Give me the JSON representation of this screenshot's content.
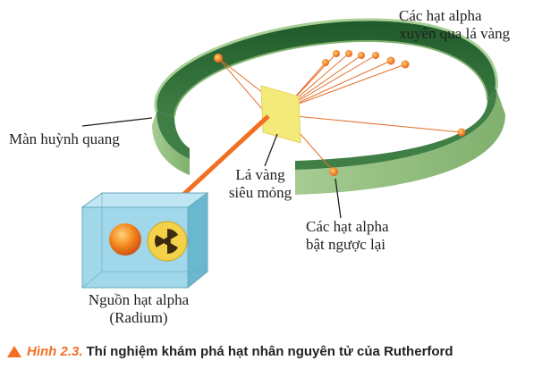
{
  "labels": {
    "passed_through": [
      "Các hạt alpha",
      "xuyên qua lá vàng"
    ],
    "screen": "Màn huỳnh quang",
    "gold_foil": [
      "Lá vàng",
      "siêu mỏng"
    ],
    "bounced_back": [
      "Các hạt alpha",
      "bật ngược lại"
    ],
    "source": [
      "Nguồn hạt alpha",
      "(Radium)"
    ]
  },
  "caption": {
    "figure": "Hình 2.3.",
    "text": "Thí nghiệm khám phá hạt nhân nguyên tử của Rutherford"
  },
  "colors": {
    "ring_outer": "#8cba7a",
    "ring_inner": "#2e6b35",
    "foil": "#f3ea7a",
    "beam": "#f26f21",
    "particle": "#f47a20",
    "box": "#8fd0e6",
    "caption_accent": "#f26f21"
  },
  "icons": [
    "radiation-icon"
  ]
}
